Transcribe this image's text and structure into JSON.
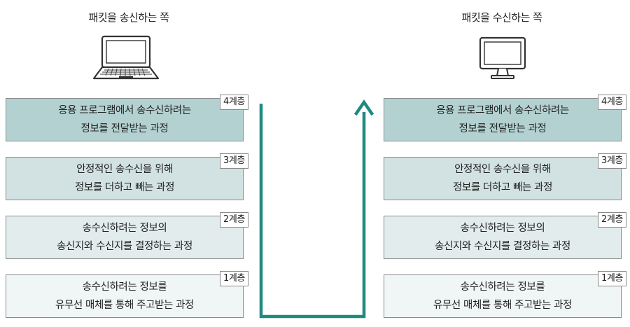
{
  "sender": {
    "title": "패킷을 송신하는 쪽",
    "device_icon": "laptop-icon",
    "layers": [
      {
        "badge": "4계층",
        "line1": "응용 프로그램에서 송수신하려는",
        "line2": "정보를 전달받는 과정"
      },
      {
        "badge": "3계층",
        "line1": "안정적인 송수신을 위해",
        "line2": "정보를 더하고 빼는 과정"
      },
      {
        "badge": "2계층",
        "line1": "송수신하려는 정보의",
        "line2": "송신지와 수신지를 결정하는 과정"
      },
      {
        "badge": "1계층",
        "line1": "송수신하려는 정보를",
        "line2": "유무선 매체를 통해 주고받는 과정"
      }
    ]
  },
  "receiver": {
    "title": "패킷을 수신하는 쪽",
    "device_icon": "monitor-icon",
    "layers": [
      {
        "badge": "4계층",
        "line1": "응용 프로그램에서 송수신하려는",
        "line2": "정보를 전달받는 과정"
      },
      {
        "badge": "3계층",
        "line1": "안정적인 송수신을 위해",
        "line2": "정보를 더하고 빼는 과정"
      },
      {
        "badge": "2계층",
        "line1": "송수신하려는 정보의",
        "line2": "송신지와 수신지를 결정하는 과정"
      },
      {
        "badge": "1계층",
        "line1": "송수신하려는 정보를",
        "line2": "유무선 매체를 통해 주고받는 과정"
      }
    ]
  },
  "colors": {
    "layer4": "#b4d1d1",
    "layer3": "#d2e2e2",
    "layer2": "#e2ecec",
    "layer1": "#f0f5f5",
    "flow_arrow": "#1f8a80"
  }
}
